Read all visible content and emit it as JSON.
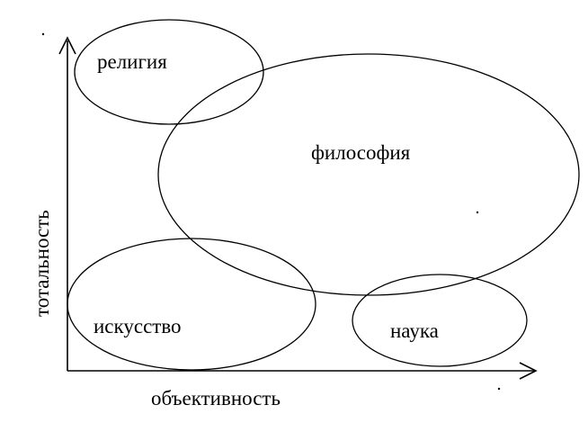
{
  "diagram": {
    "x_axis_label": "объективность",
    "y_axis_label": "тотальность",
    "regions": {
      "religion": "религия",
      "philosophy": "философия",
      "art": "искусство",
      "science": "наука"
    }
  },
  "colors": {
    "stroke": "#000000",
    "background": "#ffffff"
  }
}
